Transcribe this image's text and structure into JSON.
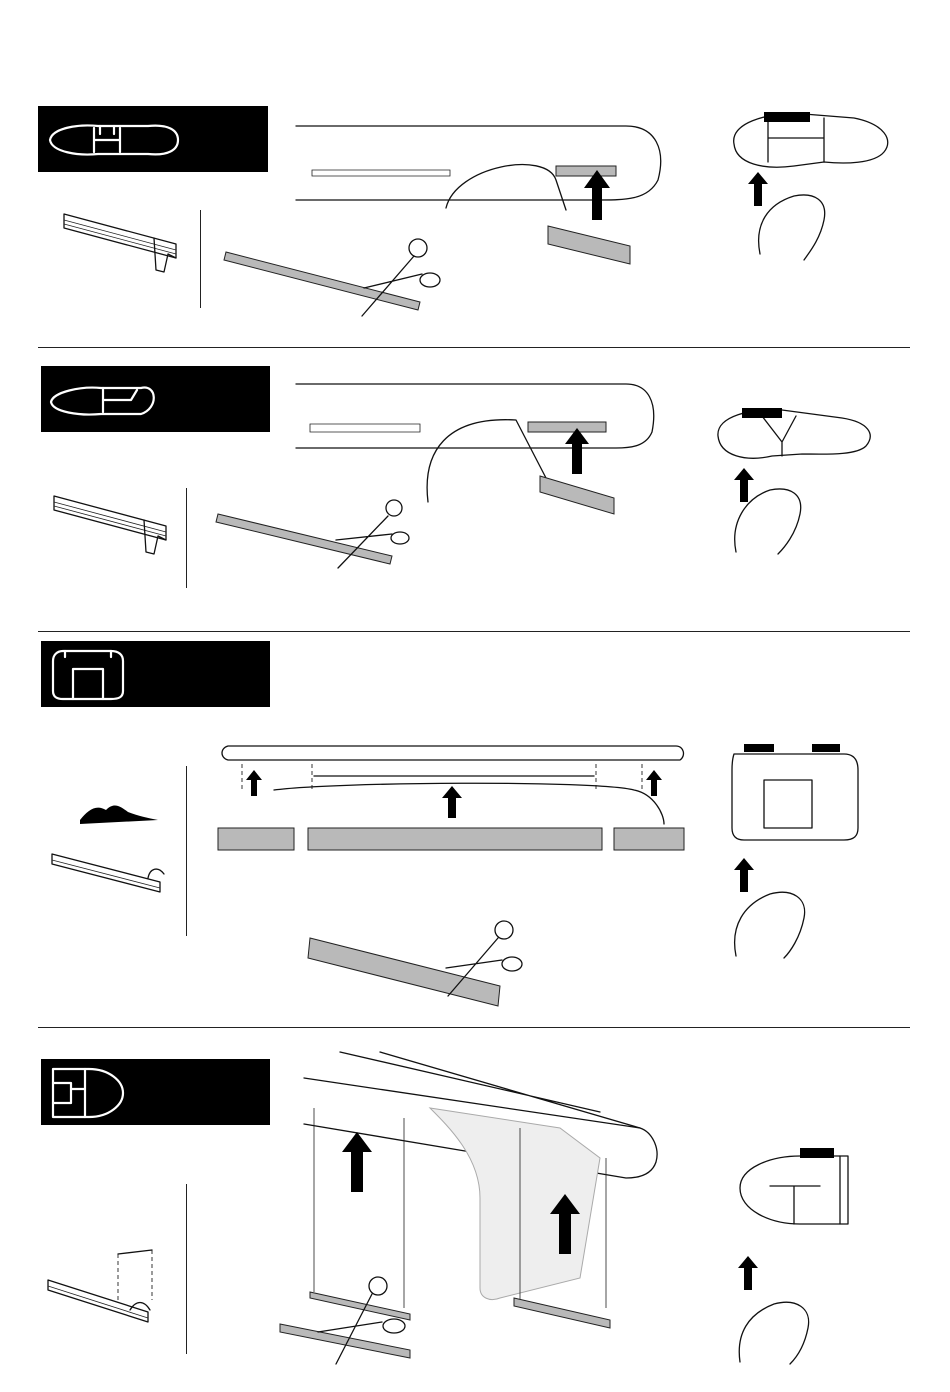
{
  "document": {
    "type": "installation-instructions",
    "steps": [
      {
        "profile": "profile-a",
        "note": ""
      },
      {
        "profile": "profile-b",
        "note": ""
      },
      {
        "profile": "profile-c",
        "note": ""
      },
      {
        "profile": "profile-d",
        "note": ""
      }
    ]
  },
  "colors": {
    "badge": "#000000",
    "strip": "#b9b9b9",
    "ink": "#111111"
  },
  "icons": [
    "scissors-icon",
    "up-arrow-icon",
    "hand-icon",
    "rubber-strip-icon",
    "bar-profile-icon"
  ]
}
